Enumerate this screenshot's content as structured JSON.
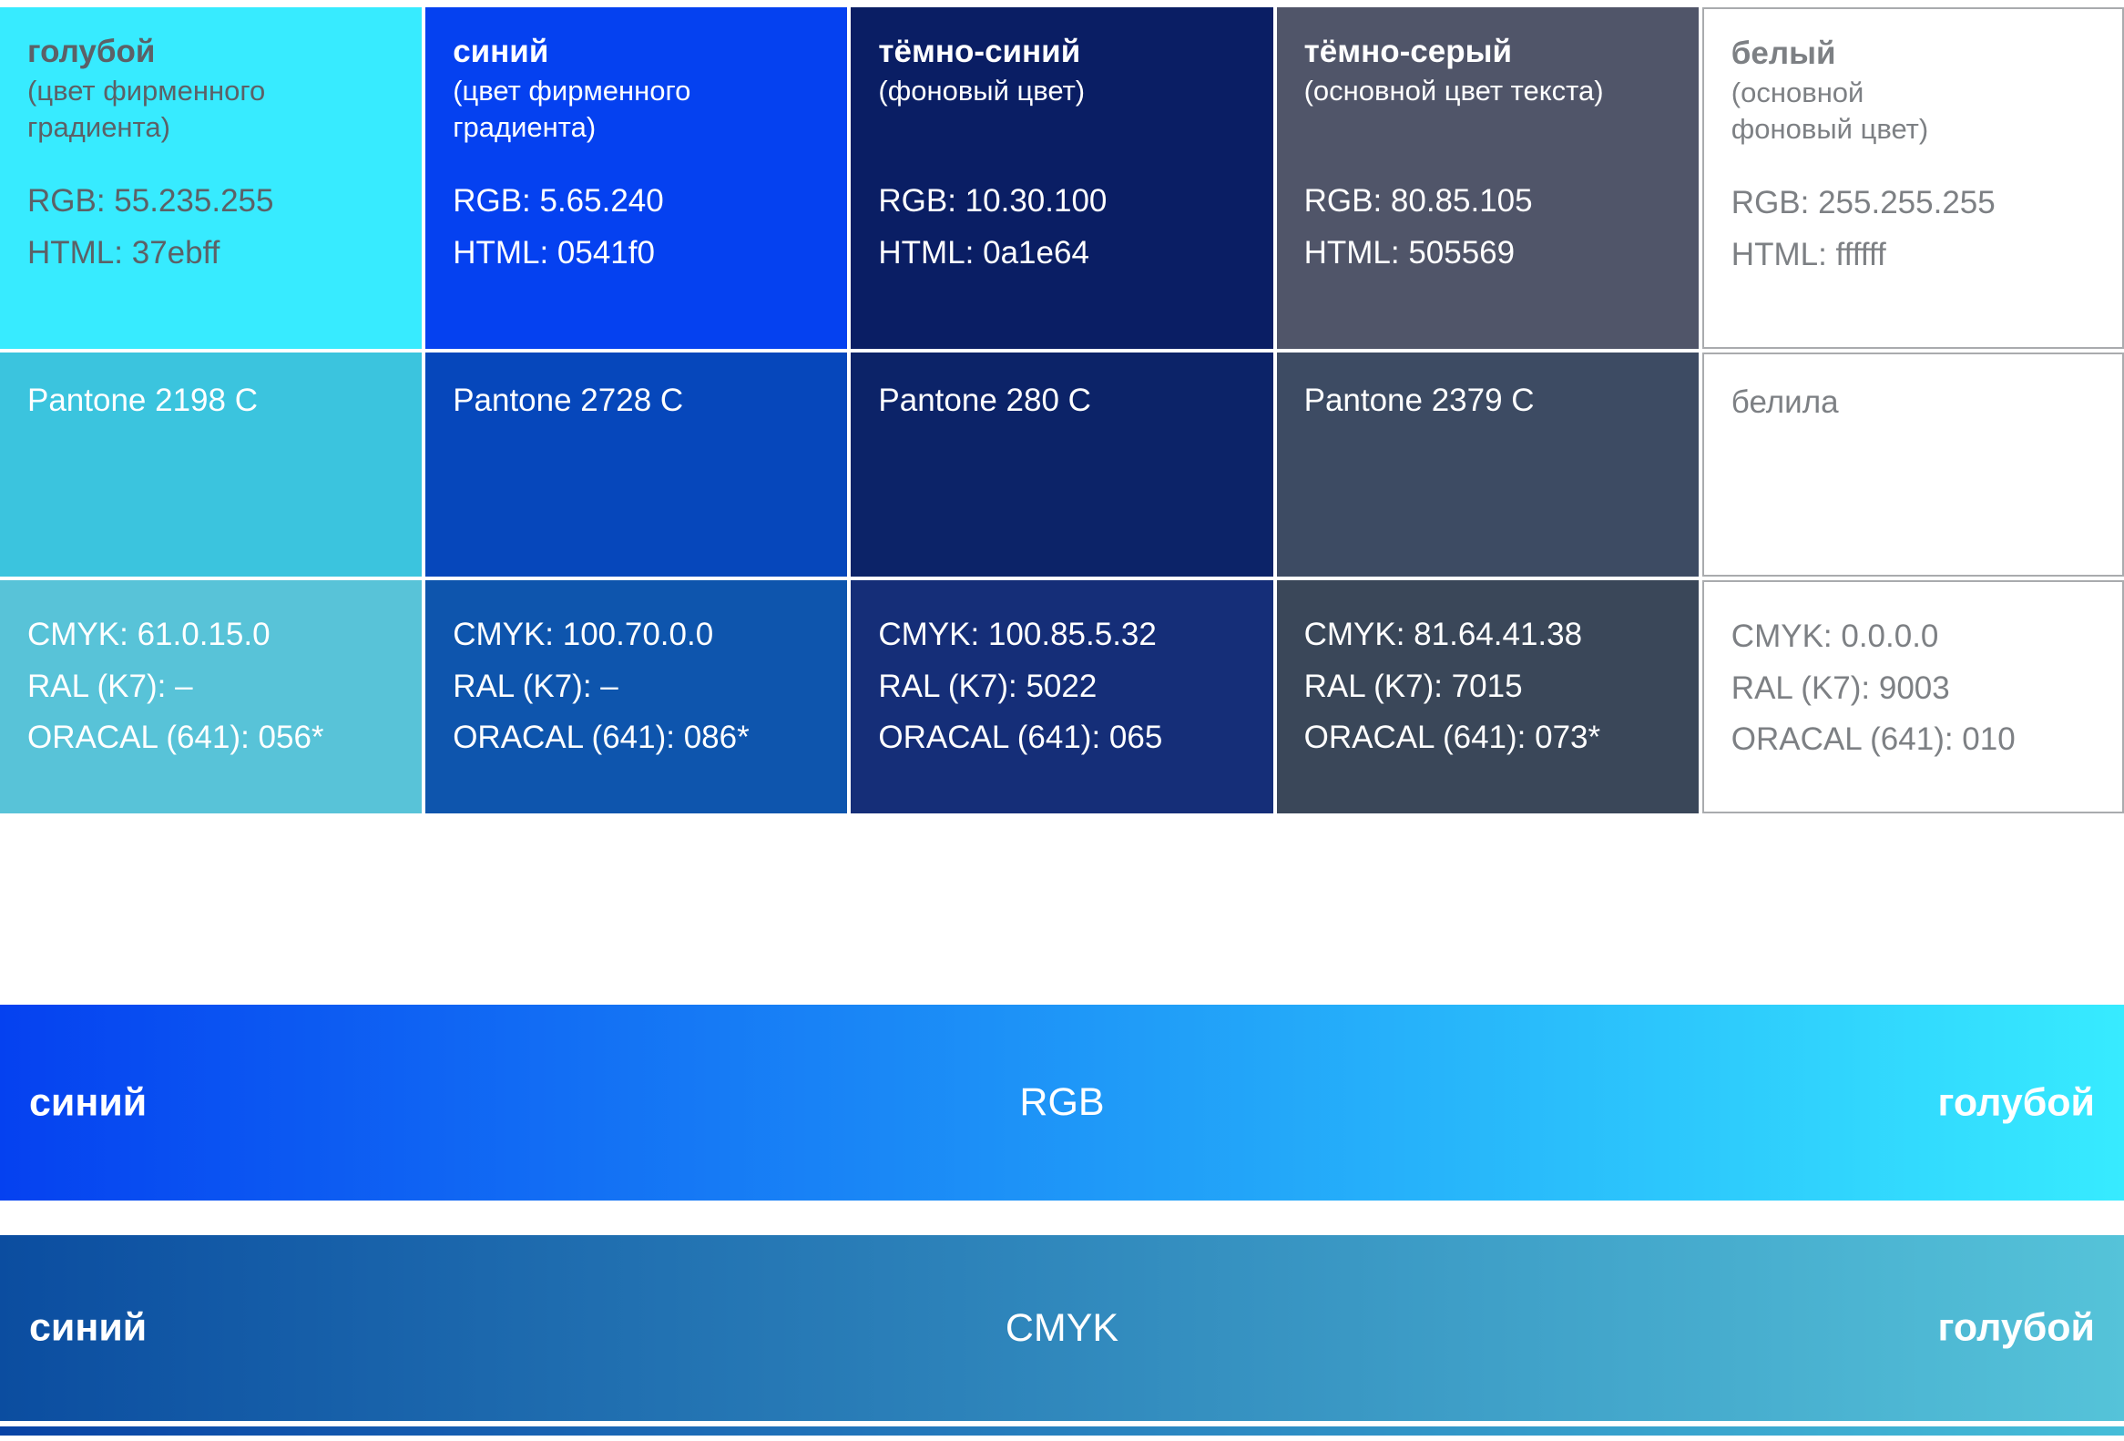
{
  "palette": {
    "columns": [
      {
        "name": "голубой",
        "subtitle": "(цвет фирменного\nградиента)",
        "rgb": "RGB: 55.235.255",
        "html": "HTML: 37ebff",
        "pantone": "Pantone 2198 C",
        "cmyk": "CMYK: 61.0.15.0",
        "ral": "RAL (K7): –",
        "oracal": "ORACAL (641): 056*",
        "swatch_color": "#37ebff",
        "pantone_bg": "#3bc4de",
        "cmyk_bg": "#58c3d8",
        "text_color": "#5c6167"
      },
      {
        "name": "синий",
        "subtitle": "(цвет фирменного\nградиента)",
        "rgb": "RGB: 5.65.240",
        "html": "HTML: 0541f0",
        "pantone": "Pantone 2728 C",
        "cmyk": "CMYK: 100.70.0.0",
        "ral": "RAL (K7): –",
        "oracal": "ORACAL (641): 086*",
        "swatch_color": "#0541f0",
        "pantone_bg": "#0647bb",
        "cmyk_bg": "#0e55ad",
        "text_color": "#ffffff"
      },
      {
        "name": "тёмно-синий",
        "subtitle": "(фоновый цвет)",
        "rgb": "RGB: 10.30.100",
        "html": "HTML: 0a1e64",
        "pantone": "Pantone 280 C",
        "cmyk": "CMYK: 100.85.5.32",
        "ral": "RAL (K7): 5022",
        "oracal": "ORACAL (641): 065",
        "swatch_color": "#0a1e64",
        "pantone_bg": "#0c2368",
        "cmyk_bg": "#152e78",
        "text_color": "#ffffff"
      },
      {
        "name": "тёмно-серый",
        "subtitle": "(основной цвет текста)",
        "rgb": "RGB: 80.85.105",
        "html": "HTML: 505569",
        "pantone": "Pantone 2379 C",
        "cmyk": "CMYK: 81.64.41.38",
        "ral": "RAL (K7): 7015",
        "oracal": "ORACAL (641): 073*",
        "swatch_color": "#505569",
        "pantone_bg": "#3d4b63",
        "cmyk_bg": "#3a4759",
        "text_color": "#ffffff"
      },
      {
        "name": "белый",
        "subtitle": "(основной\nфоновый цвет)",
        "rgb": "RGB: 255.255.255",
        "html": "HTML: ffffff",
        "pantone": "белила",
        "cmyk": "CMYK: 0.0.0.0",
        "ral": "RAL (K7): 9003",
        "oracal": "ORACAL (641): 010",
        "swatch_color": "#ffffff",
        "pantone_bg": "#ffffff",
        "cmyk_bg": "#ffffff",
        "text_color": "#7d8084"
      }
    ]
  },
  "gradient_bars": [
    {
      "label_left": "синий",
      "label_center": "RGB",
      "label_right": "голубой",
      "color_from": "#0541f0",
      "color_to": "#37ebff"
    },
    {
      "label_left": "синий",
      "label_center": "CMYK",
      "label_right": "голубой",
      "color_from": "#0b4da0",
      "color_to": "#55c3d9"
    },
    {
      "color_from": "#0843a5",
      "color_to": "#45bdd8"
    }
  ]
}
